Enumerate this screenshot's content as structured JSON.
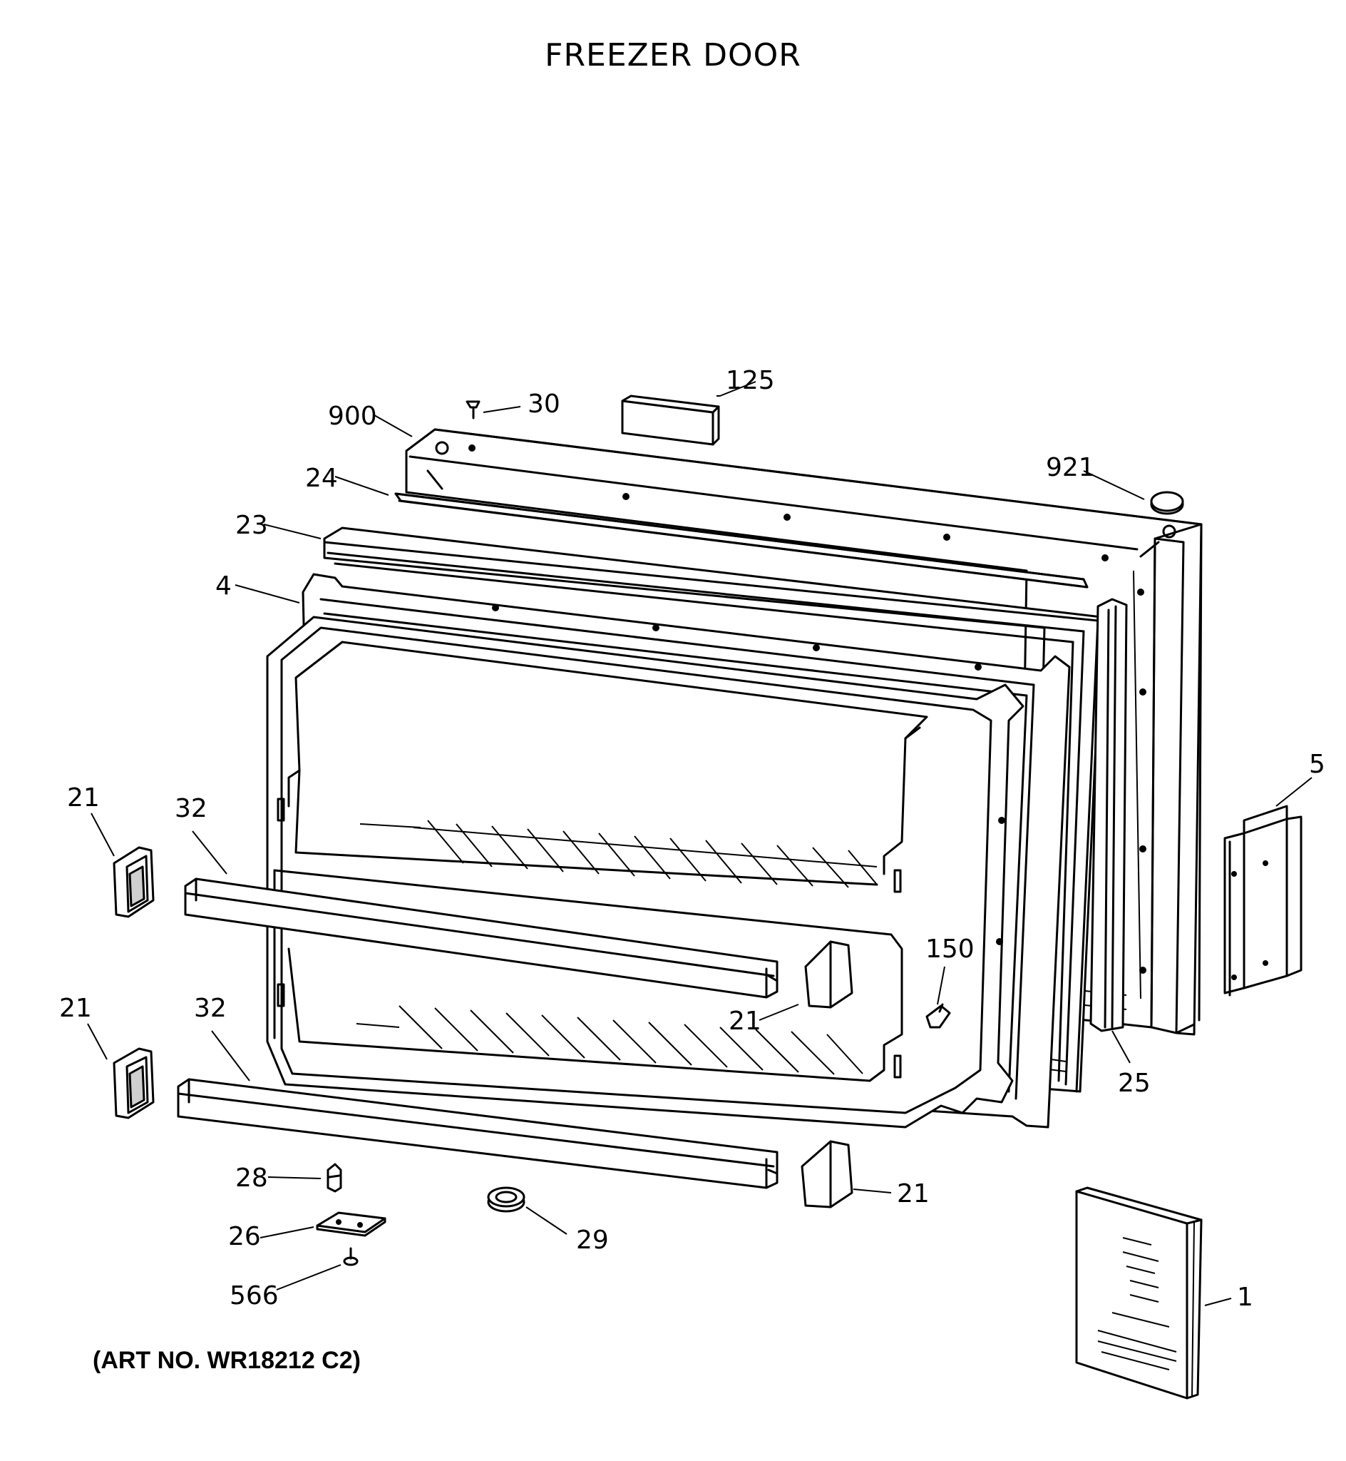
{
  "diagram": {
    "title": "FREEZER DOOR",
    "art_no": "(ART NO. WR18212 C2)",
    "callouts": {
      "c900": "900",
      "c30": "30",
      "c125": "125",
      "c921": "921",
      "c24": "24",
      "c23": "23",
      "c4": "4",
      "c5": "5",
      "c21_left_top": "21",
      "c32_top": "32",
      "c150": "150",
      "c21_mid": "21",
      "c25": "25",
      "c21_left_bottom": "21",
      "c32_bottom": "32",
      "c28": "28",
      "c26": "26",
      "c29": "29",
      "c566": "566",
      "c21_right_bottom": "21",
      "c1": "1"
    }
  }
}
